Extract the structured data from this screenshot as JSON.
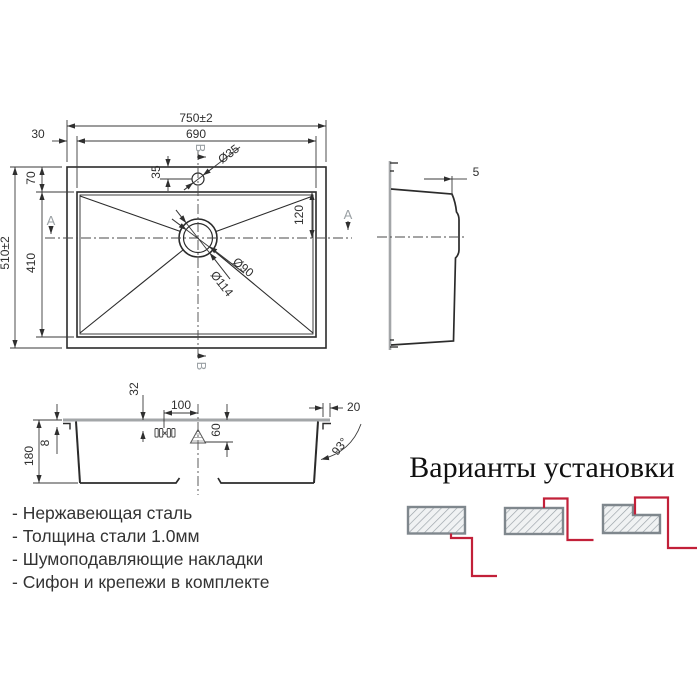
{
  "top_view": {
    "dim_width_total": "750±2",
    "dim_width_inner": "690",
    "dim_left_offset": "30",
    "dim_height_total": "510±2",
    "dim_height_inner": "410",
    "dim_rim_top": "70",
    "dim_hole_offset": "35",
    "dim_hole_dia": "Ø35",
    "dim_drain_top": "120",
    "dim_drain_inner": "Ø90",
    "dim_drain_outer": "Ø114",
    "label_section_a_left": "A",
    "label_section_a_right": "A",
    "label_section_b_top": "B",
    "label_section_b_bottom": "B"
  },
  "side_view": {
    "dim_lip": "5"
  },
  "front_view": {
    "dim_clip_drop": "32",
    "dim_clip_center": "100",
    "dim_rim_lip": "20",
    "dim_drain_drop": "60",
    "dim_lip_height": "8",
    "dim_height": "180",
    "dim_wall_angle": "93°"
  },
  "features": {
    "items": [
      "- Нержавеющая сталь",
      "- Толщина стали 1.0мм",
      "- Шумоподавляющие накладки",
      "- Сифон и крепежи в комплекте"
    ]
  },
  "install": {
    "title": "Варианты установки"
  },
  "colors": {
    "accent_red": "#c22039",
    "line": "#2b2b2b",
    "gray": "#a3a6a8"
  }
}
